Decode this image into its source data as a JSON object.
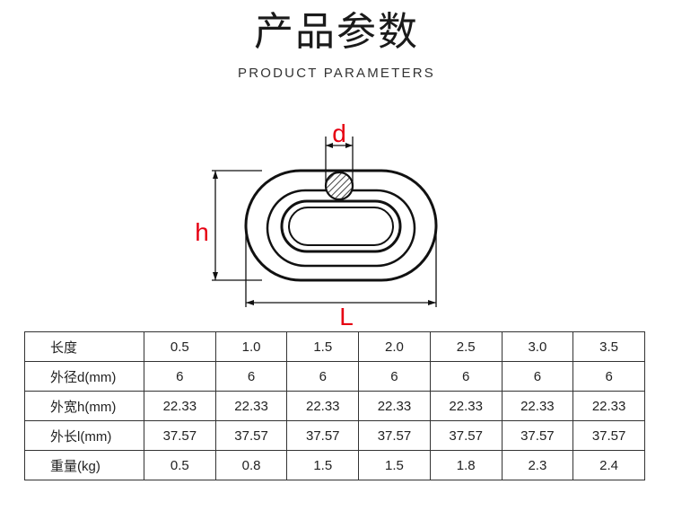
{
  "header": {
    "title": "产品参数",
    "subtitle": "PRODUCT PARAMETERS"
  },
  "diagram": {
    "labels": {
      "d": "d",
      "h": "h",
      "l": "L"
    },
    "label_color": "#e60012",
    "line_color": "#111111"
  },
  "table": {
    "rows": [
      {
        "label": "长度",
        "values": [
          "0.5",
          "1.0",
          "1.5",
          "2.0",
          "2.5",
          "3.0",
          "3.5"
        ]
      },
      {
        "label": "外径d(mm)",
        "values": [
          "6",
          "6",
          "6",
          "6",
          "6",
          "6",
          "6"
        ]
      },
      {
        "label": "外宽h(mm)",
        "values": [
          "22.33",
          "22.33",
          "22.33",
          "22.33",
          "22.33",
          "22.33",
          "22.33"
        ]
      },
      {
        "label": "外长l(mm)",
        "values": [
          "37.57",
          "37.57",
          "37.57",
          "37.57",
          "37.57",
          "37.57",
          "37.57"
        ]
      },
      {
        "label": "重量(kg)",
        "values": [
          "0.5",
          "0.8",
          "1.5",
          "1.5",
          "1.8",
          "2.3",
          "2.4"
        ]
      }
    ]
  }
}
